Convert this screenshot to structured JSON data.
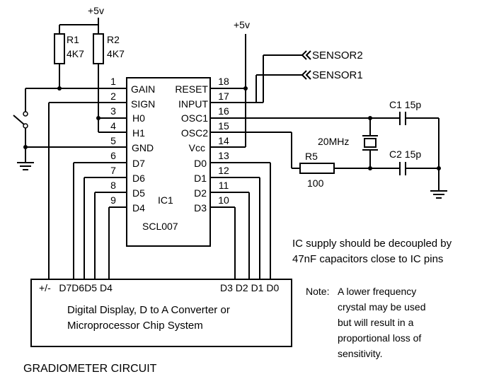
{
  "supply": {
    "top_label": "+5v",
    "right_label": "+5v"
  },
  "resistors": {
    "r1": {
      "name": "R1",
      "value": "4K7"
    },
    "r2": {
      "name": "R2",
      "value": "4K7"
    },
    "r5": {
      "name": "R5",
      "value": "100"
    }
  },
  "capacitors": {
    "c1": "C1 15p",
    "c2": "C2 15p"
  },
  "crystal": "20MHz",
  "sensors": {
    "s2": "SENSOR2",
    "s1": "SENSOR1"
  },
  "ic": {
    "name": "IC1",
    "part": "SCL007",
    "left_pins": [
      {
        "num": "1",
        "name": "GAIN"
      },
      {
        "num": "2",
        "name": "SIGN"
      },
      {
        "num": "3",
        "name": "H0"
      },
      {
        "num": "4",
        "name": "H1"
      },
      {
        "num": "5",
        "name": "GND"
      },
      {
        "num": "6",
        "name": "D7"
      },
      {
        "num": "7",
        "name": "D6"
      },
      {
        "num": "8",
        "name": "D5"
      },
      {
        "num": "9",
        "name": "D4"
      }
    ],
    "right_pins": [
      {
        "num": "18",
        "name": "RESET"
      },
      {
        "num": "17",
        "name": "INPUT"
      },
      {
        "num": "16",
        "name": "OSC1"
      },
      {
        "num": "15",
        "name": "OSC2"
      },
      {
        "num": "14",
        "name": "Vcc"
      },
      {
        "num": "13",
        "name": "D0"
      },
      {
        "num": "12",
        "name": "D1"
      },
      {
        "num": "11",
        "name": "D2"
      },
      {
        "num": "10",
        "name": "D3"
      }
    ]
  },
  "display": {
    "pins_left": "+/-   D7D6D5 D4",
    "pins_right": "D3 D2 D1 D0",
    "line1": "Digital Display, D to A Converter or",
    "line2": "Microprocessor Chip System"
  },
  "notes": {
    "supply_line1": "IC supply should be decoupled by",
    "supply_line2": "47nF capacitors close to IC pins",
    "note_label": "Note:",
    "note_lines": [
      "A lower frequency",
      "crystal may be used",
      "but will result in a",
      "proportional loss of",
      "sensitivity."
    ]
  },
  "title": "GRADIOMETER CIRCUIT"
}
